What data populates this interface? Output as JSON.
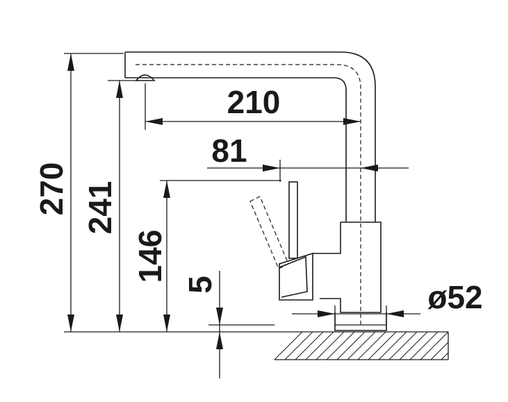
{
  "dimensions": {
    "height_total": "270",
    "height_spout": "241",
    "height_lever": "146",
    "base_offset": "5",
    "reach": "210",
    "lever_offset": "81",
    "base_diameter": "ø52"
  }
}
